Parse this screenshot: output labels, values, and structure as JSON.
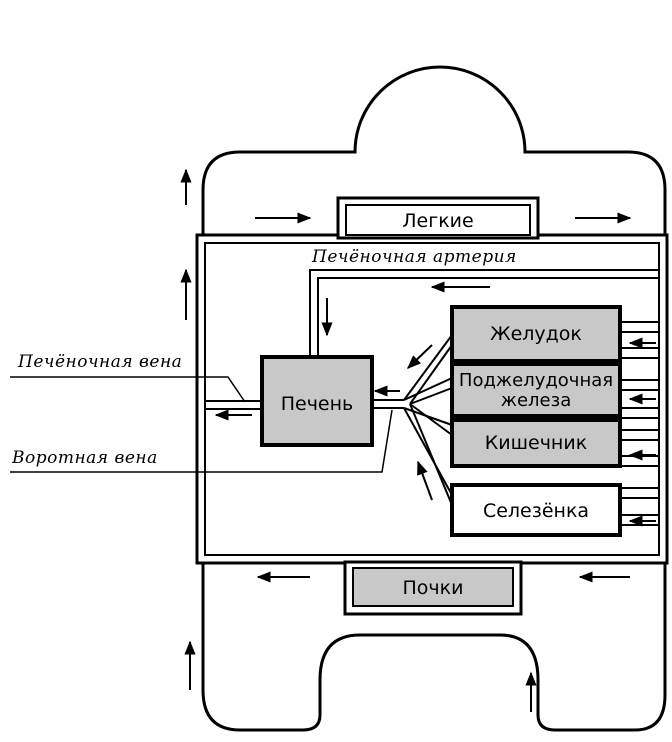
{
  "organs": {
    "lungs": "Легкие",
    "liver": "Печень",
    "stomach": "Желудок",
    "pancreas_line1": "Поджелудочная",
    "pancreas_line2": "железа",
    "intestine": "Кишечник",
    "spleen": "Селезёнка",
    "kidneys": "Почки"
  },
  "vessels": {
    "hepatic_artery": "Печёночная артерия",
    "hepatic_vein": "Печёночная вена",
    "portal_vein": "Воротная вена"
  },
  "colors": {
    "organ_fill_gray": "#c8c8c8",
    "organ_fill_white": "#ffffff",
    "stroke": "#000000"
  }
}
